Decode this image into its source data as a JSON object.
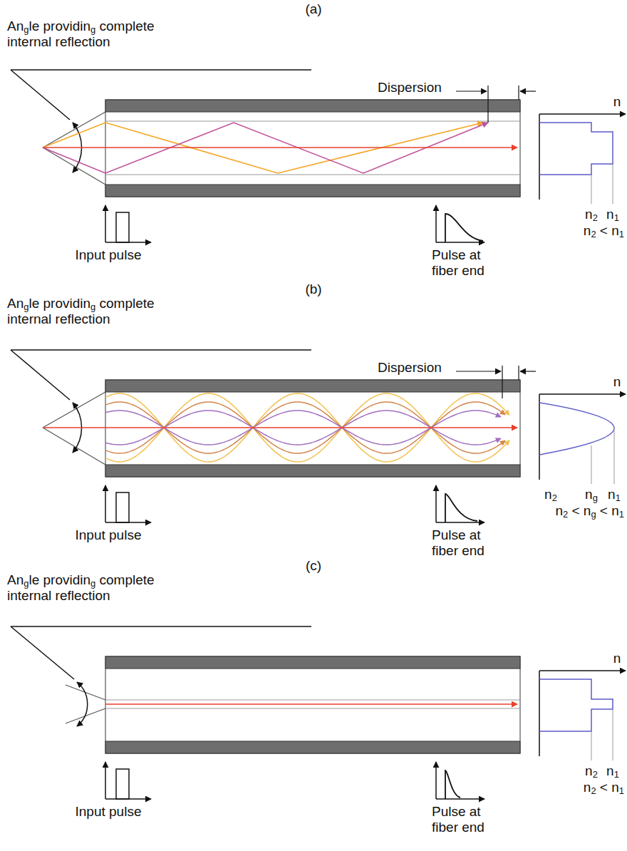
{
  "diagram": {
    "labels": [
      "(a)",
      "Angle providing complete internal reflection",
      "Dispersion",
      "n",
      "n2",
      "n1",
      "n2 < n1",
      "Input pulse",
      "Pulse at fiber end",
      "(b)",
      "Angle providing complete internal reflection",
      "Dispersion",
      "n",
      "n2",
      "ng",
      "n1",
      "n2 < ng < n1",
      "Input pulse",
      "Pulse at fiber end",
      "(c)",
      "Angle providing complete internal reflection",
      "n",
      "n2",
      "n1",
      "n2 < n1",
      "Input pulse",
      "Pulse at fiber end"
    ]
  }
}
